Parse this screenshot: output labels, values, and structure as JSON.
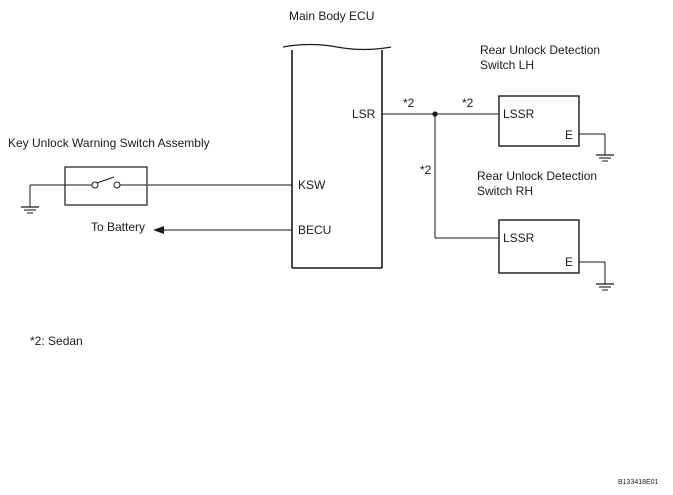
{
  "diagram": {
    "ecu": {
      "title": "Main Body ECU",
      "pins": {
        "lsr": "LSR",
        "ksw": "KSW",
        "becu": "BECU"
      }
    },
    "key_unlock_switch": {
      "title": "Key Unlock Warning Switch Assembly"
    },
    "battery": {
      "label": "To Battery"
    },
    "rear_switch_lh": {
      "title_line1": "Rear Unlock Detection",
      "title_line2": "Switch LH",
      "pin_signal": "LSSR",
      "pin_ground": "E"
    },
    "rear_switch_rh": {
      "title_line1": "Rear Unlock Detection",
      "title_line2": "Switch RH",
      "pin_signal": "LSSR",
      "pin_ground": "E"
    },
    "annotations": {
      "marker_ecu_side": "*2",
      "marker_lh_side": "*2",
      "marker_rh_branch": "*2"
    },
    "footnote": "*2: Sedan",
    "figure_id": "B133418E01"
  }
}
